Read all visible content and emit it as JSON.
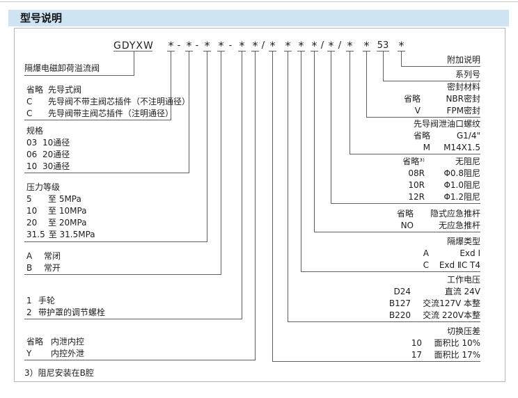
{
  "header": {
    "title": "型号说明"
  },
  "model_code": {
    "parts": [
      "GDYXW",
      "*",
      "-",
      "*",
      "-",
      "*",
      "*",
      "-",
      "*",
      "*",
      "/",
      "*",
      "*",
      "*",
      "*",
      "/",
      "*",
      "/",
      "*",
      "*",
      "53",
      "*"
    ]
  },
  "left_sections": [
    {
      "name": "valve-name",
      "rows": [
        {
          "code": "",
          "desc": "隔爆电磁卸荷溢流阀"
        }
      ]
    },
    {
      "name": "pilot-valve",
      "rows": [
        {
          "code": "省略",
          "desc": "先导式阀"
        },
        {
          "code": "C",
          "desc": "先导阀不带主阀芯插件（不注明通径）"
        },
        {
          "code": "C",
          "desc": "先导阀带主阀芯插件（注明通径）"
        }
      ]
    },
    {
      "name": "size",
      "rows": [
        {
          "code": "",
          "desc": "规格"
        },
        {
          "code": "03",
          "desc": "10通径"
        },
        {
          "code": "06",
          "desc": "20通径"
        },
        {
          "code": "10",
          "desc": "30通径"
        }
      ]
    },
    {
      "name": "pressure-grade",
      "rows": [
        {
          "code": "",
          "desc": "压力等级"
        },
        {
          "code": "5",
          "desc": "至  5MPa"
        },
        {
          "code": "10",
          "desc": "至 10MPa"
        },
        {
          "code": "20",
          "desc": "至 20MPa"
        },
        {
          "code": "31.5",
          "desc": "至 31.5MPa"
        }
      ]
    },
    {
      "name": "normal-state",
      "rows": [
        {
          "code": "A",
          "desc": "常闭"
        },
        {
          "code": "B",
          "desc": "常开"
        }
      ]
    },
    {
      "name": "adjustment",
      "rows": [
        {
          "code": "1",
          "desc": "手轮"
        },
        {
          "code": "2",
          "desc": "带护罩的调节螺栓"
        }
      ]
    },
    {
      "name": "drain-control",
      "rows": [
        {
          "code": "省略",
          "desc": "内泄内控"
        },
        {
          "code": "Y",
          "desc": "内控外泄"
        }
      ]
    }
  ],
  "right_sections": [
    {
      "name": "additional-note",
      "rows": [
        {
          "code": "",
          "desc": "附加说明"
        }
      ]
    },
    {
      "name": "series-number",
      "rows": [
        {
          "code": "",
          "desc": "系列号"
        }
      ]
    },
    {
      "name": "seal-material",
      "rows": [
        {
          "code": "",
          "desc": "密封材料"
        },
        {
          "code": "省略",
          "desc": "NBR密封"
        },
        {
          "code": "V",
          "desc": "FPM密封"
        }
      ]
    },
    {
      "name": "pilot-drain-thread",
      "rows": [
        {
          "code": "",
          "desc": "先导阀泄油口螺纹"
        },
        {
          "code": "省略",
          "desc": "G1/4\""
        },
        {
          "code": "M",
          "desc": "M14X1.5"
        }
      ]
    },
    {
      "name": "damping",
      "rows": [
        {
          "code": "省略³⁾",
          "desc": "无阻尼"
        },
        {
          "code": "08R",
          "desc": "Φ0.8阻尼"
        },
        {
          "code": "10R",
          "desc": "Φ1.0阻尼"
        },
        {
          "code": "12R",
          "desc": "Φ1.2阻尼"
        }
      ]
    },
    {
      "name": "emergency-pushrod",
      "rows": [
        {
          "code": "省略",
          "desc": "隐式应急推杆"
        },
        {
          "code": "NO",
          "desc": "无应急推杆"
        }
      ]
    },
    {
      "name": "explosion-proof-type",
      "rows": [
        {
          "code": "",
          "desc": "隔爆类型"
        },
        {
          "code": "A",
          "desc": "Exd Ⅰ"
        },
        {
          "code": "C",
          "desc": "Exd ⅡC T4"
        }
      ]
    },
    {
      "name": "working-voltage",
      "rows": [
        {
          "code": "",
          "desc": "工作电压"
        },
        {
          "code": "D24",
          "desc": "直流 24V"
        },
        {
          "code": "B127",
          "desc": "交流127V 本整"
        },
        {
          "code": "B220",
          "desc": "交流 220V本整"
        }
      ]
    },
    {
      "name": "switching-pressure-diff",
      "rows": [
        {
          "code": "",
          "desc": "切换压差"
        },
        {
          "code": "10",
          "desc": "面积比  10%"
        },
        {
          "code": "17",
          "desc": "面积比  17%"
        }
      ]
    }
  ],
  "footnote": "3）阻尼安装在B腔",
  "colors": {
    "header_bg": "#cfe4f3",
    "line": "#5f5f5f",
    "text": "#1c1c1c"
  }
}
